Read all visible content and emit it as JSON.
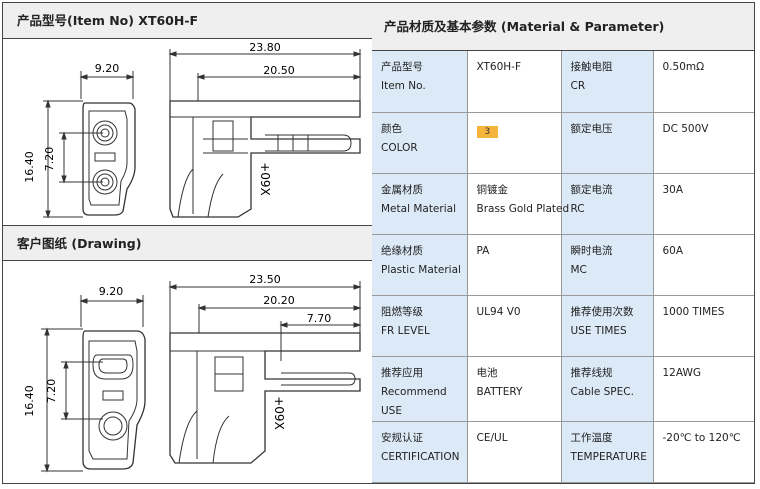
{
  "item_section": {
    "title": "产品型号(Item No)  XT60H-F"
  },
  "drawing_section": {
    "title": "客户图纸 (Drawing)"
  },
  "top_drawing": {
    "width": "9.20",
    "height": "16.40",
    "pitch": "7.20",
    "len_total": "23.80",
    "len_body": "20.50",
    "mark": "+09X"
  },
  "bottom_drawing": {
    "width": "9.20",
    "height": "16.40",
    "pitch": "7.20",
    "len_total": "23.50",
    "len_body": "20.20",
    "len_pin": "7.70",
    "mark": "+09X"
  },
  "param_section": {
    "title": "产品材质及基本参数 (Material & Parameter)"
  },
  "params": [
    {
      "l1_cn": "产品型号",
      "l1_en": "Item No.",
      "v1": "XT60H-F",
      "v1_cn": "",
      "l2_cn": "接触电阻",
      "l2_en": "CR",
      "v2": "0.50mΩ"
    },
    {
      "l1_cn": "颜色",
      "l1_en": "COLOR",
      "v1": "3",
      "v1_cn": "",
      "l2_cn": "额定电压",
      "l2_en": "",
      "v2": "DC 500V"
    },
    {
      "l1_cn": "金属材质",
      "l1_en": "Metal Material",
      "v1_cn": "铜镀金",
      "v1": "Brass Gold Plated",
      "l2_cn": "额定电流",
      "l2_en": "RC",
      "v2": "30A"
    },
    {
      "l1_cn": "绝缘材质",
      "l1_en": "Plastic Material",
      "v1_cn": "",
      "v1": "PA",
      "l2_cn": "瞬时电流",
      "l2_en": "MC",
      "v2": "60A"
    },
    {
      "l1_cn": "阻燃等级",
      "l1_en": "FR LEVEL",
      "v1_cn": "",
      "v1": "UL94 V0",
      "l2_cn": "推荐使用次数",
      "l2_en": "USE TIMES",
      "v2": "1000 TIMES"
    },
    {
      "l1_cn": "推荐应用",
      "l1_en": "Recommend USE",
      "v1_cn": "电池",
      "v1": "BATTERY",
      "l2_cn": "推荐线规",
      "l2_en": "Cable SPEC.",
      "v2": "12AWG"
    },
    {
      "l1_cn": "安规认证",
      "l1_en": "CERTIFICATION",
      "v1_cn": "",
      "v1": "CE/UL",
      "l2_cn": "工作温度",
      "l2_en": "TEMPERATURE",
      "v2": "-20℃ to 120℃"
    }
  ],
  "colors": {
    "header_bg": "#efefef",
    "label_bg": "#dceaf8",
    "swatch": "#f5b43c"
  }
}
